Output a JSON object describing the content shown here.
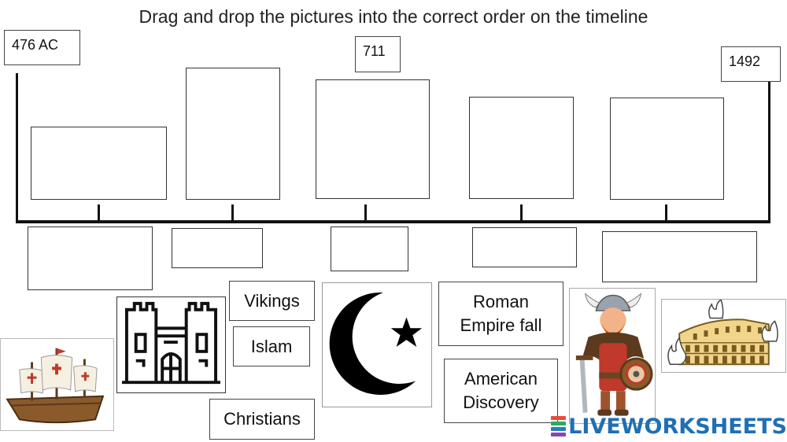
{
  "instructions": "Drag and drop the pictures into the correct order on the timeline",
  "timeline": {
    "start_label": "476 AC",
    "middle_label": "711",
    "end_label": "1492"
  },
  "cards": {
    "vikings": "Vikings",
    "islam": "Islam",
    "christians": "Christians",
    "roman_line1": "Roman",
    "roman_line2": "Empire fall",
    "american_line1": "American",
    "american_line2": "Discovery"
  },
  "images": {
    "ship": "ship-icon",
    "castle": "castle-icon",
    "crescent": "crescent-star-icon",
    "viking": "viking-warrior-icon",
    "colosseum": "colosseum-fire-icon"
  },
  "brand": {
    "name": "LIVEWORKSHEETS",
    "color": "#1f6fb5",
    "mark_colors": [
      "#e74c3c",
      "#f39c12",
      "#27ae60",
      "#2980b9",
      "#8e44ad"
    ]
  }
}
